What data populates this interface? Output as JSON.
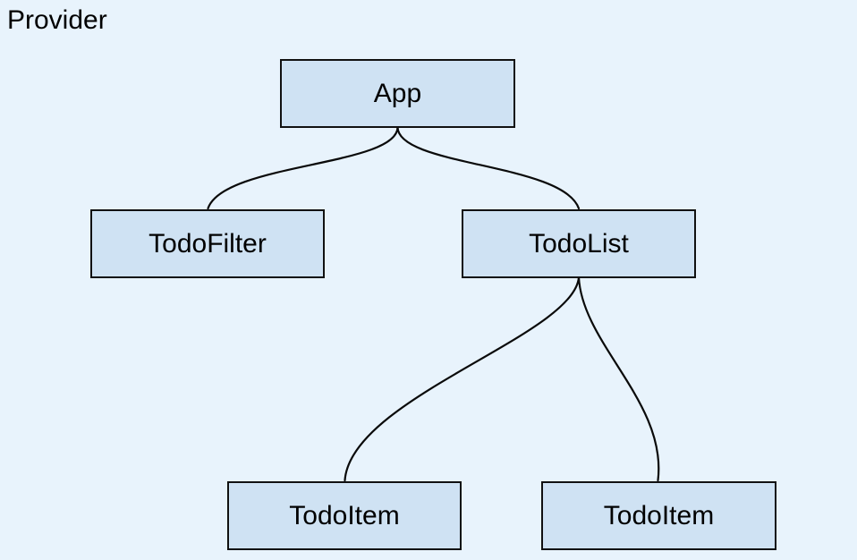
{
  "diagram": {
    "context_label": "Provider",
    "nodes": [
      {
        "id": "app",
        "label": "App"
      },
      {
        "id": "todofilter",
        "label": "TodoFilter"
      },
      {
        "id": "todolist",
        "label": "TodoList"
      },
      {
        "id": "todoitem-left",
        "label": "TodoItem"
      },
      {
        "id": "todoitem-right",
        "label": "TodoItem"
      }
    ],
    "edges": [
      {
        "from": "App",
        "to": "TodoFilter"
      },
      {
        "from": "App",
        "to": "TodoList"
      },
      {
        "from": "TodoList",
        "to": "TodoItem (left)"
      },
      {
        "from": "TodoList",
        "to": "TodoItem (right)"
      }
    ],
    "colors": {
      "background": "#e8f3fc",
      "node_fill": "#cfe2f3",
      "node_border": "#111111",
      "connector": "#0a0a0a",
      "text": "#000000"
    }
  }
}
